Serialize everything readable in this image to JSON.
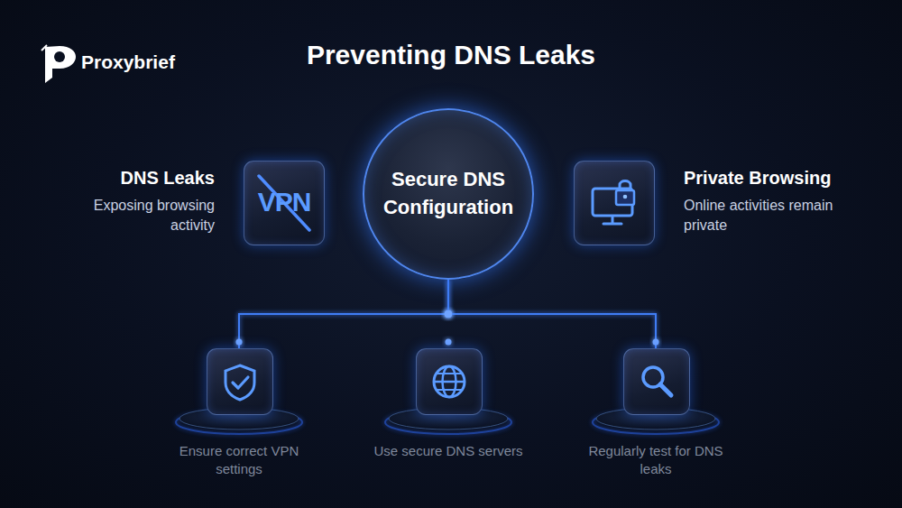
{
  "diagram": {
    "title": "Preventing DNS Leaks",
    "nodes": [
      {
        "text": [
          "DNS Leaks",
          "Exposing browsing activity"
        ]
      },
      {
        "text": [
          "Secure DNS Configuration"
        ]
      },
      {
        "text": [
          "Private Browsing",
          "Online activities remain private"
        ]
      },
      {
        "text": [
          "Ensure correct VPN settings"
        ]
      },
      {
        "text": [
          "Use secure DNS servers"
        ]
      },
      {
        "text": [
          "Regularly test for DNS leaks"
        ]
      }
    ],
    "edges": [
      {
        "from": 1,
        "to": 3,
        "arrow": "none"
      },
      {
        "from": 1,
        "to": 4,
        "arrow": "none"
      },
      {
        "from": 1,
        "to": 5,
        "arrow": "none"
      }
    ],
    "labels": [
      "Proxybrief",
      "VPN"
    ]
  }
}
